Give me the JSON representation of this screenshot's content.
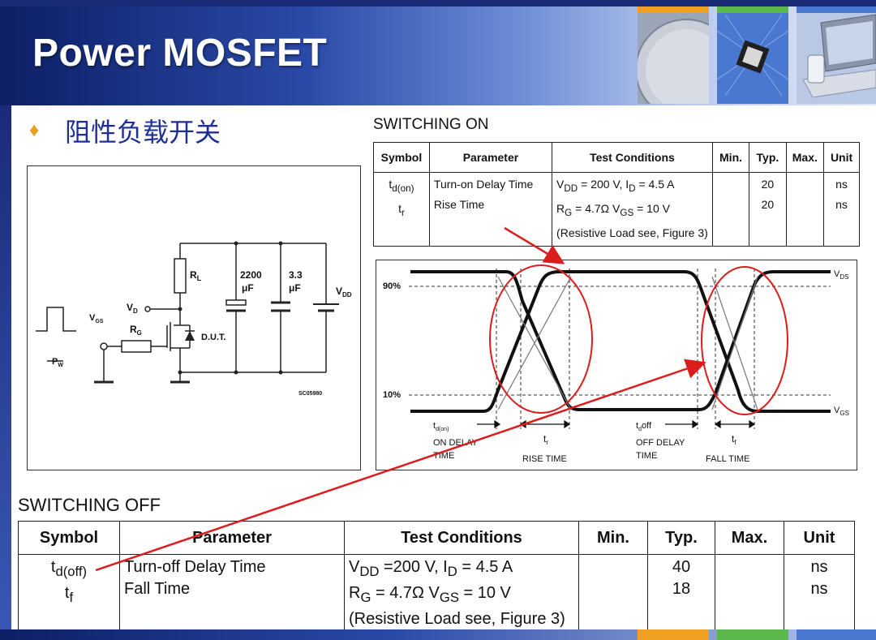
{
  "header": {
    "title": "Power MOSFET",
    "colors": {
      "title": "#ffffff",
      "accent_orange": "#f0a020",
      "accent_green": "#5bb84a",
      "accent_blue": "#4a78d0"
    }
  },
  "subtitle": {
    "bullet": "♦",
    "text": "阻性负载开关"
  },
  "switching_on": {
    "title": "SWITCHING ON",
    "headers": [
      "Symbol",
      "Parameter",
      "Test Conditions",
      "Min.",
      "Typ.",
      "Max.",
      "Unit"
    ],
    "symbols": [
      "t",
      "d(on)",
      "t",
      "r"
    ],
    "parameters": [
      "Turn-on Delay Time",
      "Rise Time"
    ],
    "conditions": [
      "V",
      "DD",
      " = 200 V, I",
      "D",
      " = 4.5 A",
      "R",
      "G",
      " = 4.7Ω V",
      "GS",
      " = 10 V",
      "(Resistive Load see, Figure 3)"
    ],
    "min": "",
    "typ": [
      "20",
      "20"
    ],
    "max": "",
    "units": [
      "ns",
      "ns"
    ]
  },
  "switching_off": {
    "title": "SWITCHING OFF",
    "headers": [
      "Symbol",
      "Parameter",
      "Test Conditions",
      "Min.",
      "Typ.",
      "Max.",
      "Unit"
    ],
    "symbols": [
      "t",
      "d(off)",
      "t",
      "f"
    ],
    "parameters": [
      "Turn-off Delay Time",
      "Fall Time"
    ],
    "conditions": [
      "V",
      "DD",
      " =200 V, I",
      "D",
      " = 4.5 A",
      "R",
      "G",
      " = 4.7Ω V",
      "GS",
      " = 10 V",
      "(Resistive Load see, Figure 3)"
    ],
    "min": "",
    "typ": [
      "40",
      "18"
    ],
    "max": "",
    "units": [
      "ns",
      "ns"
    ]
  },
  "circuit": {
    "labels": {
      "rl": "R",
      "rl_sub": "L",
      "cap1_value": "2200",
      "cap1_unit": "μF",
      "cap2_value": "3.3",
      "cap2_unit": "μF",
      "vdd": "V",
      "vdd_sub": "DD",
      "vd": "V",
      "vd_sub": "D",
      "rg": "R",
      "rg_sub": "G",
      "dut": "D.U.T.",
      "vgs": "V",
      "vgs_sub": "GS",
      "pw": "P",
      "pw_sub": "W",
      "code": "SC05980"
    }
  },
  "waveform": {
    "labels": {
      "p90": "90%",
      "p10": "10%",
      "vds": "V",
      "vds_sub": "DS",
      "vgs": "V",
      "vgs_sub": "GS",
      "td_on": "t",
      "td_on_sub": "d(on)",
      "on_delay_1": "ON DELAY",
      "on_delay_2": "TIME",
      "tr": "t",
      "tr_sub": "r",
      "rise_time": "RISE TIME",
      "td_off": "t",
      "td_off_sub": "d",
      "td_off_suffix": "off",
      "off_delay_1": "OFF DELAY",
      "off_delay_2": "TIME",
      "tf": "t",
      "tf_sub": "f",
      "fall_time": "FALL TIME"
    }
  }
}
